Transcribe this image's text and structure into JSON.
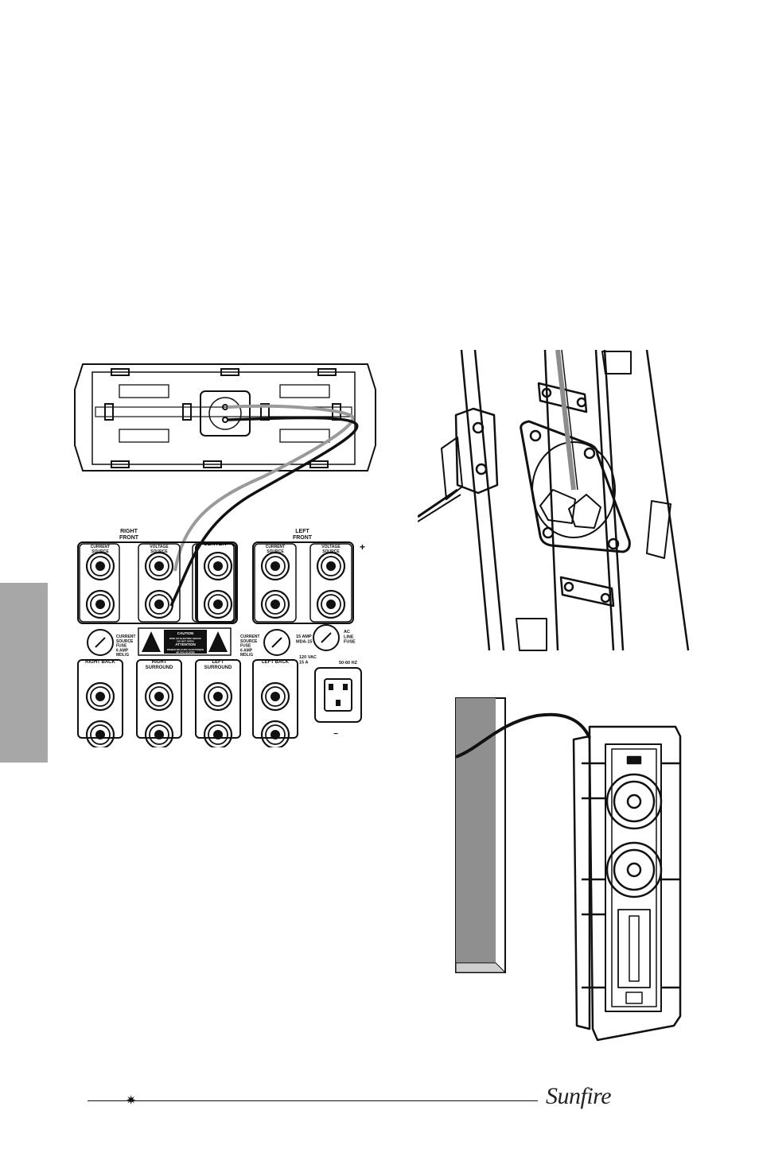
{
  "panel": {
    "groups": {
      "right_front": "RIGHT\nFRONT",
      "center": "CENTER",
      "left_front": "LEFT\nFRONT",
      "right_back": "RIGHT BACK",
      "right_surround": "RIGHT\nSURROUND",
      "left_surround": "LEFT\nSURROUND",
      "left_back": "LEFT BACK"
    },
    "current_source": "CURRENT\nSOURCE",
    "voltage_source": "VOLTAGE\nSOURCE",
    "fuse_current_left": "CURRENT\nSOURCE\nFUSE\n6 AMP\nMDL/G",
    "fuse_current_right": "CURRENT\nSOURCE\nFUSE\n6 AMP\nMDL/G",
    "caution_title": "CAUTION",
    "caution_text": "RISK OF ELECTRIC SHOCK\nDO NOT OPEN",
    "attention_title": "ATTENTION",
    "attention_text": "RISQUE DE CHOC ELECTRIQUE\nNE PAS OUVRIR",
    "main_fuse": "15 AMP\nMDA-15",
    "ac_line_fuse": "AC\nLINE\nFUSE",
    "power_rating": "120 VAC\n15 A",
    "frequency": "50-60 HZ",
    "plus_symbol": "+",
    "minus_symbol": "−"
  },
  "footer": {
    "brand": "Sunfire",
    "star": "✷"
  }
}
